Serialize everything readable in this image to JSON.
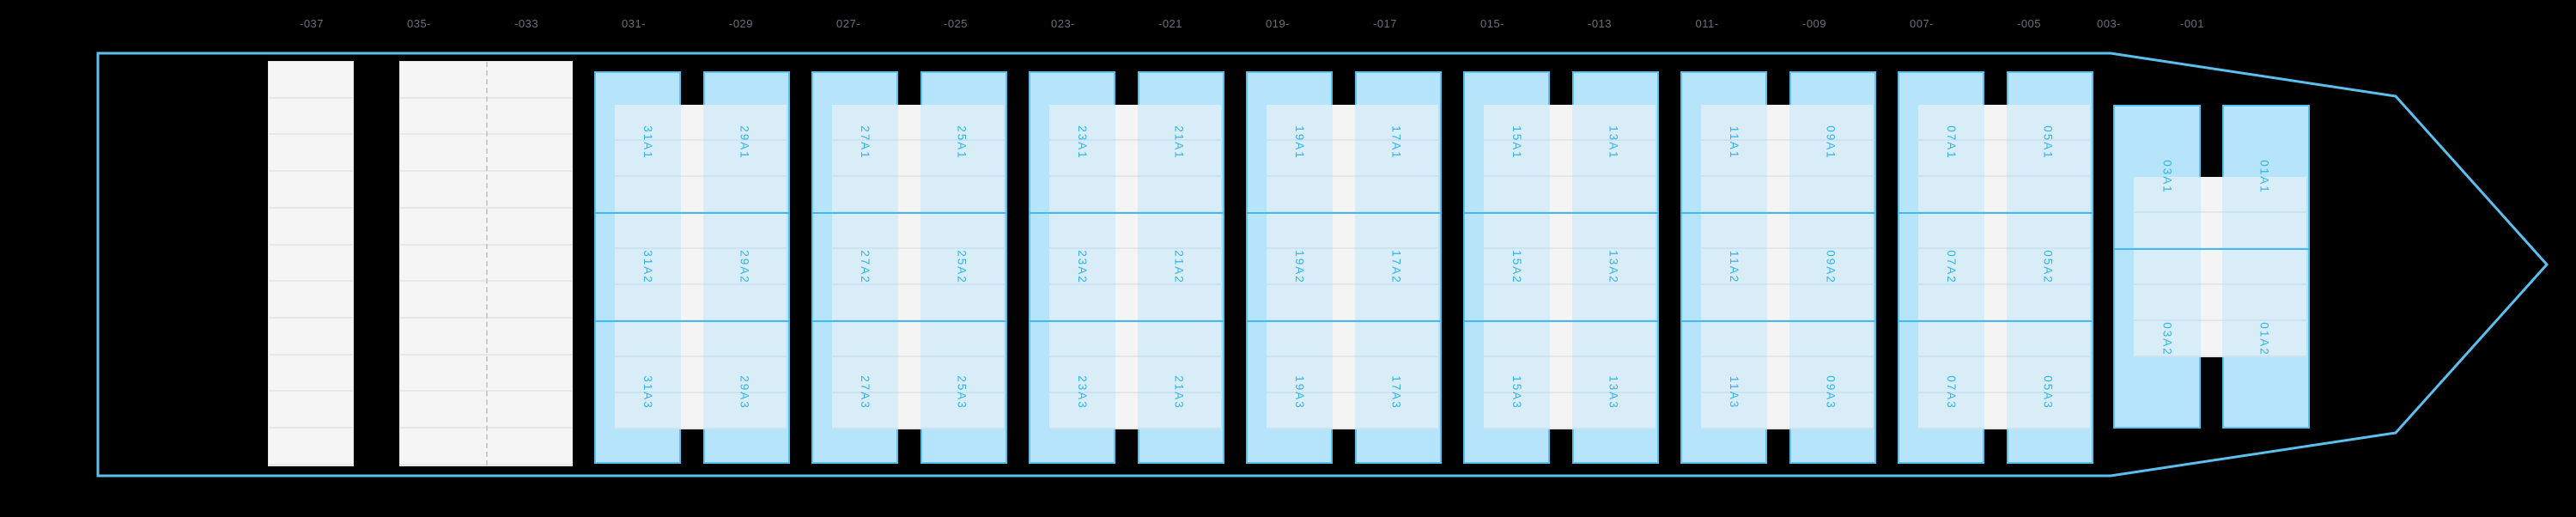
{
  "deck_plan": {
    "bay_axis": {
      "labels": [
        "-037",
        "035-",
        "-033",
        "031-",
        "-029",
        "027-",
        "-025",
        "023-",
        "-021",
        "019-",
        "-017",
        "015-",
        "-013",
        "011-",
        "-009",
        "007-",
        "-005",
        "003-",
        "-001"
      ]
    },
    "empty_bays": [
      {
        "id": "37"
      },
      {
        "id": "35-33",
        "divided": true
      }
    ],
    "slot_bays": [
      {
        "bay": "31",
        "slots": [
          "31A1",
          "31A2",
          "31A3"
        ]
      },
      {
        "bay": "29",
        "slots": [
          "29A1",
          "29A2",
          "29A3"
        ]
      },
      {
        "bay": "27",
        "slots": [
          "27A1",
          "27A2",
          "27A3"
        ]
      },
      {
        "bay": "25",
        "slots": [
          "25A1",
          "25A2",
          "25A3"
        ]
      },
      {
        "bay": "23",
        "slots": [
          "23A1",
          "23A2",
          "23A3"
        ]
      },
      {
        "bay": "21",
        "slots": [
          "21A1",
          "21A2",
          "21A3"
        ]
      },
      {
        "bay": "19",
        "slots": [
          "19A1",
          "19A2",
          "19A3"
        ]
      },
      {
        "bay": "17",
        "slots": [
          "17A1",
          "17A2",
          "17A3"
        ]
      },
      {
        "bay": "15",
        "slots": [
          "15A1",
          "15A2",
          "15A3"
        ]
      },
      {
        "bay": "13",
        "slots": [
          "13A1",
          "13A2",
          "13A3"
        ]
      },
      {
        "bay": "11",
        "slots": [
          "11A1",
          "11A2",
          "11A3"
        ]
      },
      {
        "bay": "09",
        "slots": [
          "09A1",
          "09A2",
          "09A3"
        ]
      },
      {
        "bay": "07",
        "slots": [
          "07A1",
          "07A2",
          "07A3"
        ]
      },
      {
        "bay": "05",
        "slots": [
          "05A1",
          "05A2",
          "05A3"
        ]
      },
      {
        "bay": "03",
        "slots": [
          "03A1",
          "03A2"
        ]
      },
      {
        "bay": "01",
        "slots": [
          "01A1",
          "01A2"
        ]
      }
    ],
    "pairs": [
      [
        "31",
        "29"
      ],
      [
        "27",
        "25"
      ],
      [
        "23",
        "21"
      ],
      [
        "19",
        "17"
      ],
      [
        "15",
        "13"
      ],
      [
        "11",
        "09"
      ],
      [
        "07",
        "05"
      ],
      [
        "03",
        "01"
      ]
    ],
    "colors": {
      "background": "#000000",
      "hull_outline": "#5bc0f0",
      "slot_fill": "#b6e4fa",
      "slot_border": "#58c1f0",
      "slot_overlay": "#d9edf9",
      "section_divider": "#43b9ee",
      "slot_text": "#30b4ec",
      "bay_label_text": "#6b7079",
      "empty_bay_fill": "#f5f5f6",
      "pair_strip_fill": "#f4f4f5"
    }
  }
}
